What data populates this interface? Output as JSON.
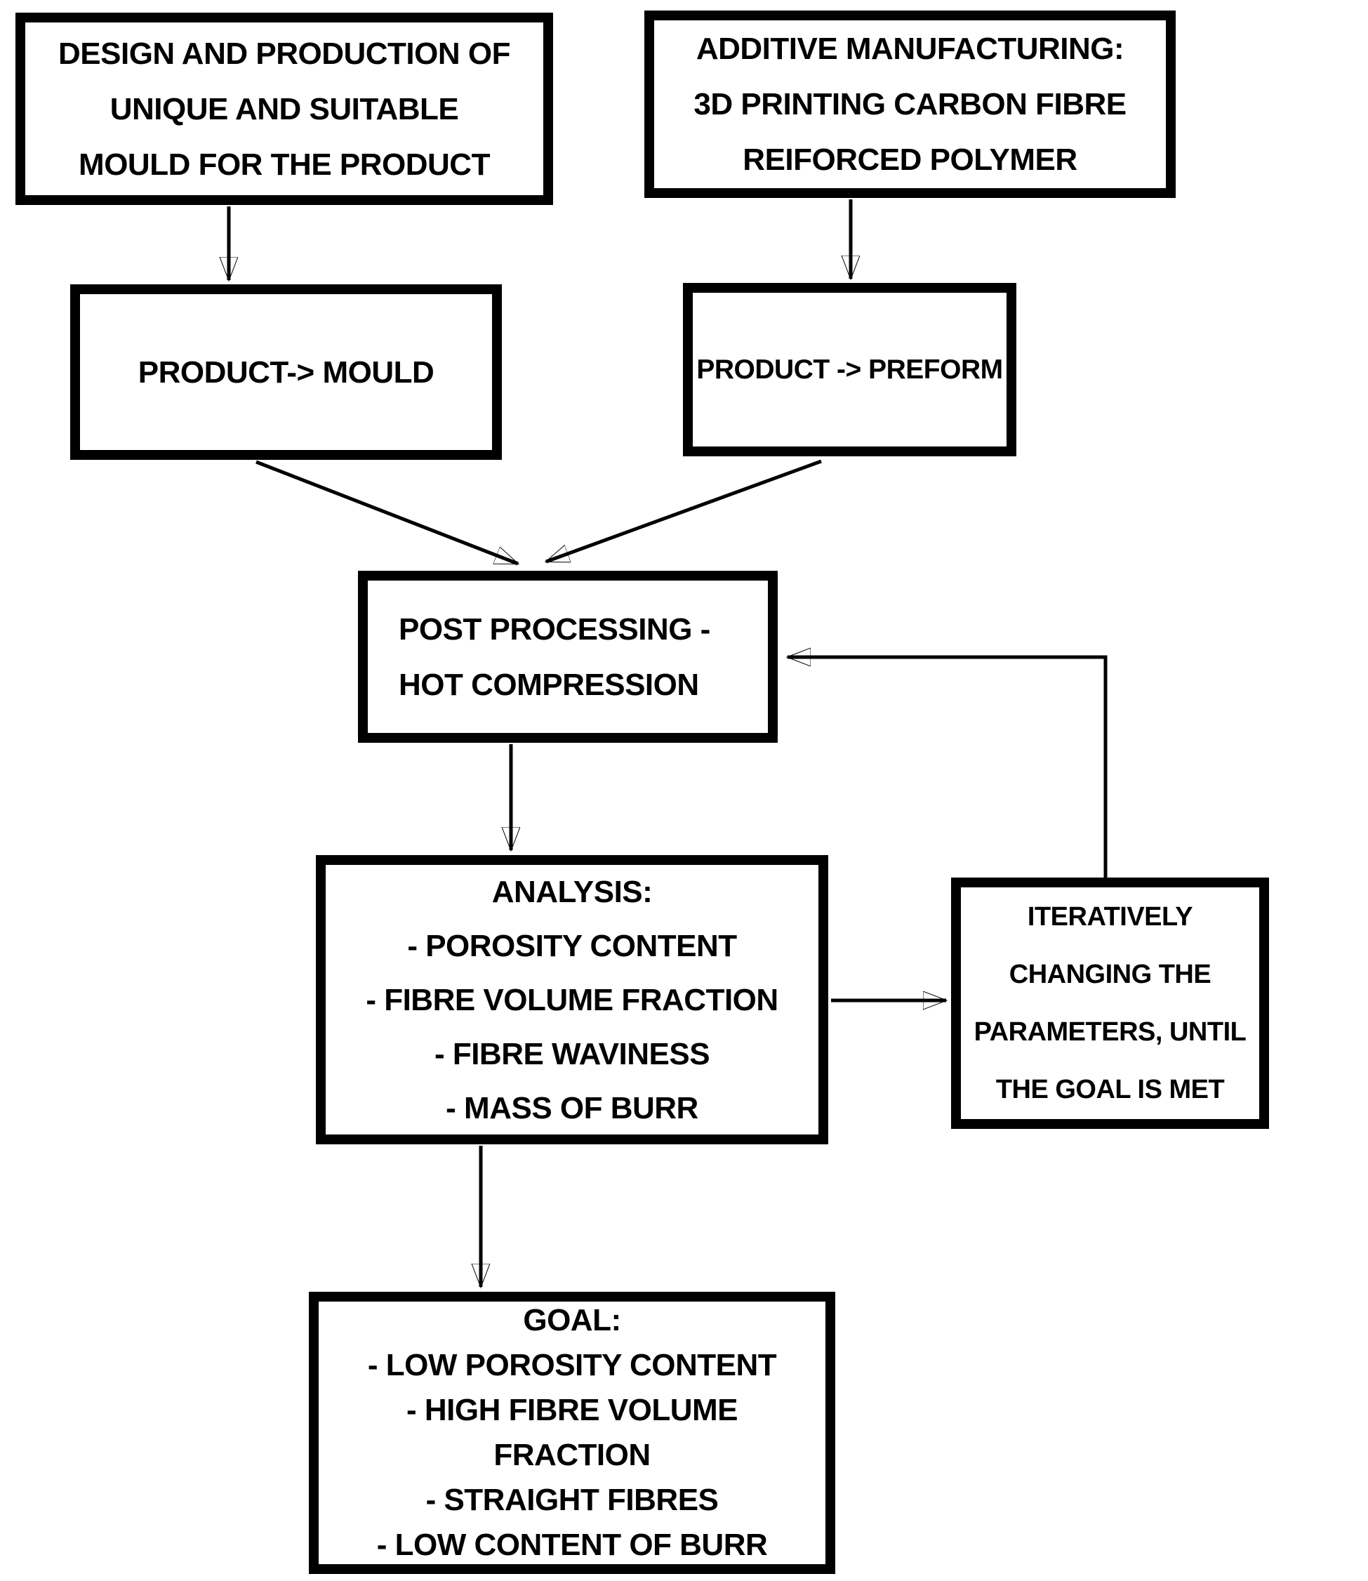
{
  "diagram": {
    "title": "additive manufacturing hot-compression process flowchart",
    "colors": {
      "ink": "#000000",
      "background": "#ffffff"
    },
    "nodes": {
      "design_mould": {
        "lines": [
          "DESIGN AND PRODUCTION OF",
          "UNIQUE AND SUITABLE",
          "MOULD FOR THE PRODUCT"
        ]
      },
      "additive_manufacturing": {
        "lines": [
          "ADDITIVE MANUFACTURING:",
          "3D PRINTING CARBON FIBRE",
          "REIFORCED POLYMER"
        ]
      },
      "product_mould": {
        "lines": [
          "PRODUCT-> MOULD"
        ]
      },
      "product_preform": {
        "lines": [
          "PRODUCT -> PREFORM"
        ]
      },
      "post_processing": {
        "lines": [
          "POST PROCESSING -",
          "HOT COMPRESSION"
        ]
      },
      "analysis": {
        "lines": [
          "ANALYSIS:",
          "- POROSITY CONTENT",
          "- FIBRE VOLUME FRACTION",
          "- FIBRE WAVINESS",
          "- MASS OF BURR"
        ]
      },
      "iterate_parameters": {
        "lines": [
          "ITERATIVELY",
          "CHANGING THE",
          "PARAMETERS, UNTIL",
          "THE GOAL IS MET"
        ]
      },
      "goal": {
        "lines": [
          "GOAL:",
          "- LOW POROSITY CONTENT",
          "- HIGH FIBRE VOLUME",
          "FRACTION",
          "- STRAIGHT FIBRES",
          "- LOW CONTENT OF BURR"
        ]
      }
    },
    "edges": [
      {
        "from": "design_mould",
        "to": "product_mould"
      },
      {
        "from": "additive_manufacturing",
        "to": "product_preform"
      },
      {
        "from": "product_mould",
        "to": "post_processing"
      },
      {
        "from": "product_preform",
        "to": "post_processing"
      },
      {
        "from": "post_processing",
        "to": "analysis"
      },
      {
        "from": "analysis",
        "to": "iterate_parameters"
      },
      {
        "from": "iterate_parameters",
        "to": "post_processing"
      },
      {
        "from": "analysis",
        "to": "goal"
      }
    ]
  }
}
